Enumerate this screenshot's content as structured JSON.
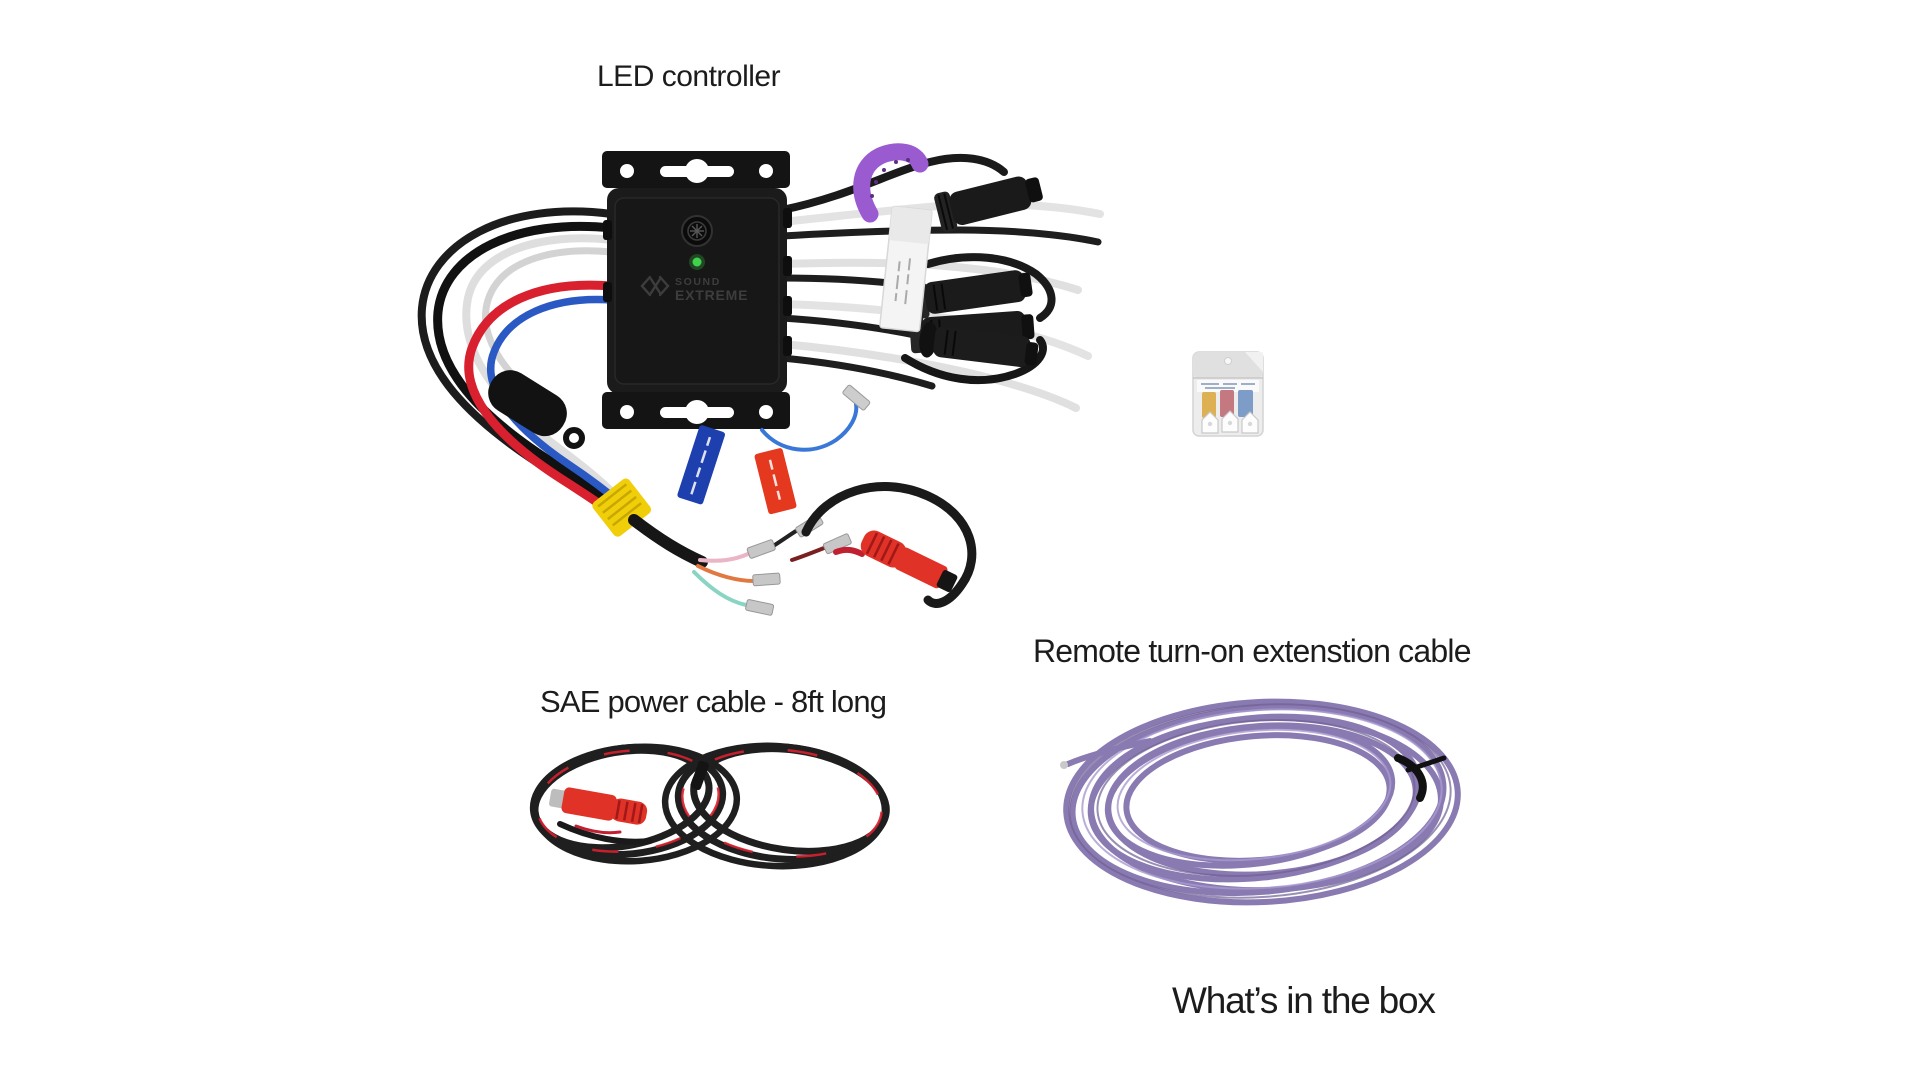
{
  "page": {
    "background": "#ffffff"
  },
  "labels": {
    "led_controller": "LED controller",
    "sae_power_cable": "SAE power cable - 8ft long",
    "remote_turn_on": "Remote turn-on extenstion cable",
    "whats_in_the_box": "What’s in the box"
  },
  "device": {
    "brand_top": "SOUND",
    "brand_bottom": "EXTREME",
    "status_led": "green"
  },
  "colors": {
    "text": "#1c1c1c",
    "led-green": "#3fd24c",
    "wire-red": "#d9202f",
    "wire-blue": "#2b59c3",
    "tape-yellow": "#f0cf0a",
    "tag-blue": "#1e3fae",
    "tag-red": "#e5391f",
    "tag-purple": "#9a5ad0",
    "coil-purple": "#8a7ab2",
    "connector-red": "#e03226",
    "box-black": "#1b1b1b"
  }
}
